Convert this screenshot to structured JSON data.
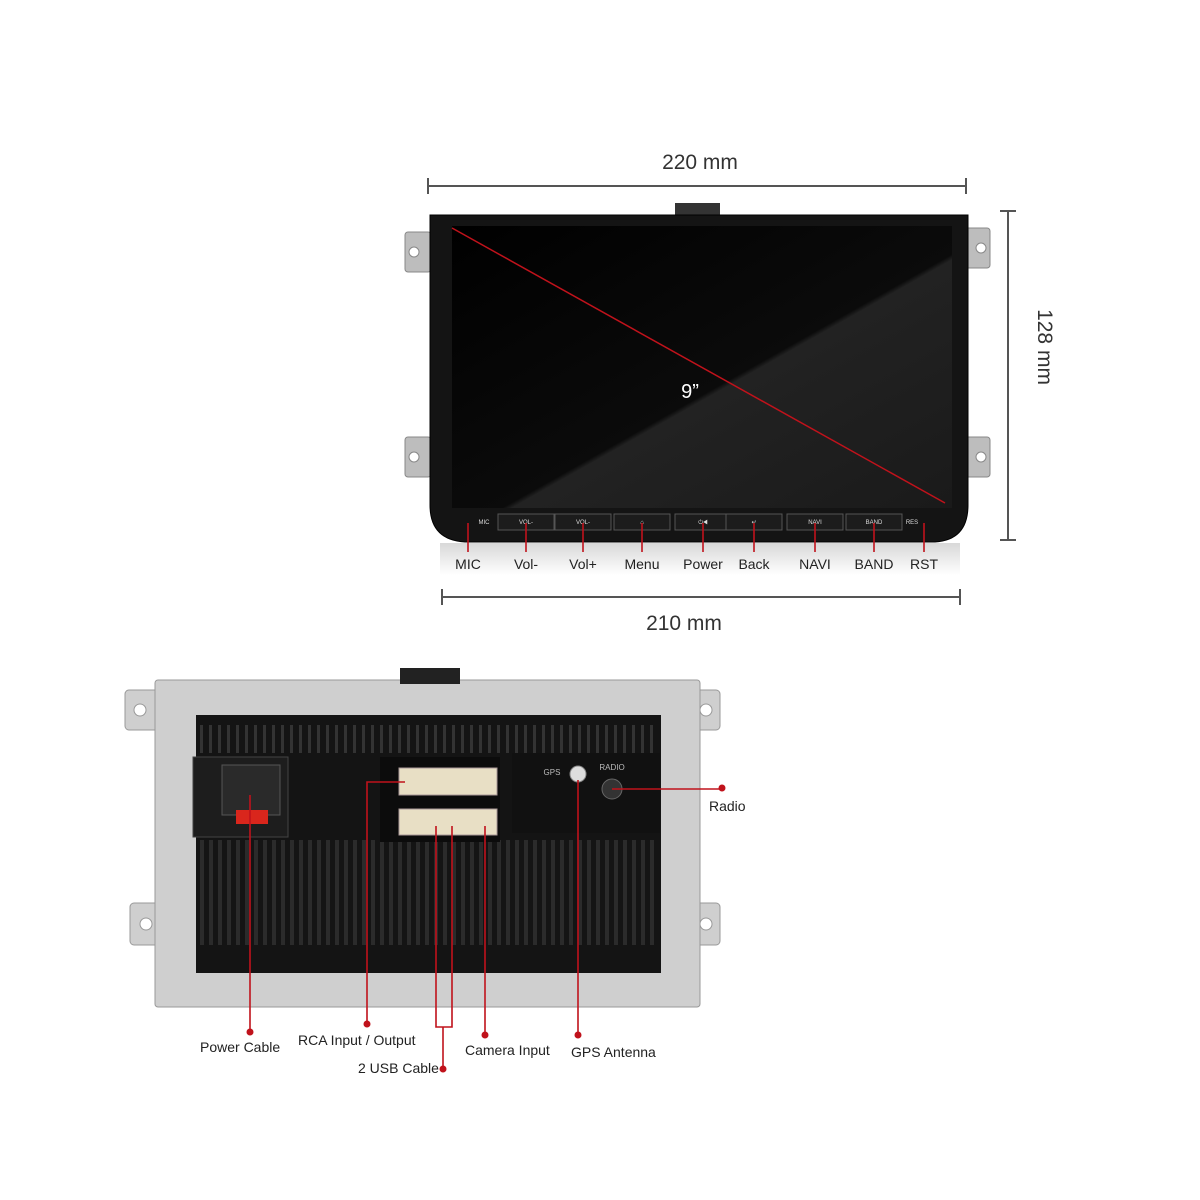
{
  "front": {
    "width_top": "220 mm",
    "width_bottom": "210 mm",
    "height": "128 mm",
    "screen_size": "9”",
    "buttons": [
      {
        "label": "MIC",
        "glyph": "MIC"
      },
      {
        "label": "Vol-",
        "glyph": "VOL-"
      },
      {
        "label": "Vol+",
        "glyph": "VOL-"
      },
      {
        "label": "Menu",
        "glyph": "⌂"
      },
      {
        "label": "Power",
        "glyph": "⏻◀"
      },
      {
        "label": "Back",
        "glyph": "↵"
      },
      {
        "label": "NAVI",
        "glyph": "NAVI"
      },
      {
        "label": "BAND",
        "glyph": "BAND"
      },
      {
        "label": "RST",
        "glyph": "RES"
      }
    ]
  },
  "back": {
    "port_labels": {
      "gps": "GPS",
      "radio": "RADIO"
    },
    "callouts": {
      "radio": "Radio",
      "power_cable": "Power Cable",
      "rca": "RCA Input / Output",
      "usb": "2 USB Cable",
      "camera": "Camera Input",
      "gps": "GPS Antenna"
    }
  },
  "colors": {
    "callout": "#c0121b",
    "bezel": "#111111",
    "frame": "#c9c9c9"
  }
}
